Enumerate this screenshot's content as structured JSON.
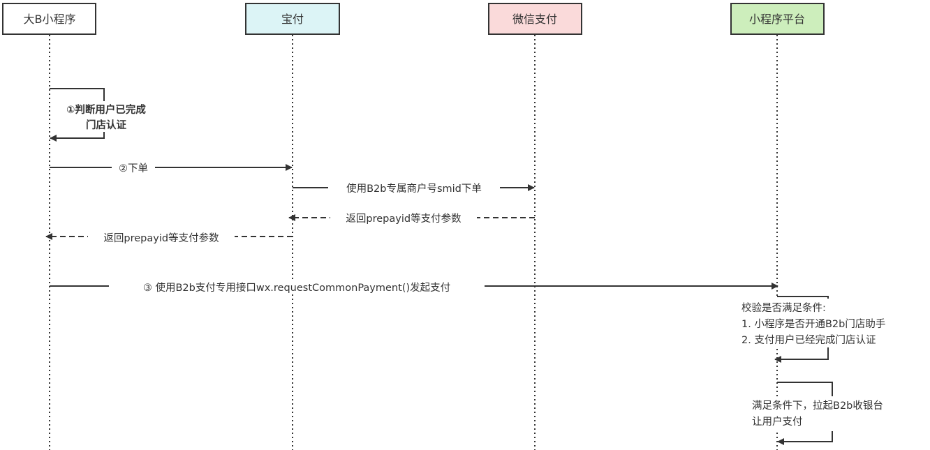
{
  "participants": [
    {
      "label": "大B小程序",
      "fill": "#ffffff"
    },
    {
      "label": "宝付",
      "fill": "#dcf4f6"
    },
    {
      "label": "微信支付",
      "fill": "#fadada"
    },
    {
      "label": "小程序平台",
      "fill": "#cdeebc"
    }
  ],
  "messages": {
    "self_check_line1": "①判断用户已完成",
    "self_check_line2": "门店认证",
    "place_order": "②下单",
    "order_smid": "使用B2b专属商户号smid下单",
    "return_prepay_wechat": "返回prepayid等支付参数",
    "return_prepay_baofu": "返回prepayid等支付参数",
    "request_payment": "③ 使用B2b支付专用接口wx.requestCommonPayment()发起支付",
    "verify_title": "校验是否满足条件:",
    "verify_item1": "1. 小程序是否开通B2b门店助手",
    "verify_item2": "2. 支付用户已经完成门店认证",
    "cashier_line1": "满足条件下，拉起B2b收银台",
    "cashier_line2": "让用户支付"
  },
  "colors": {
    "line": "#333333",
    "box_border": "#333333"
  }
}
